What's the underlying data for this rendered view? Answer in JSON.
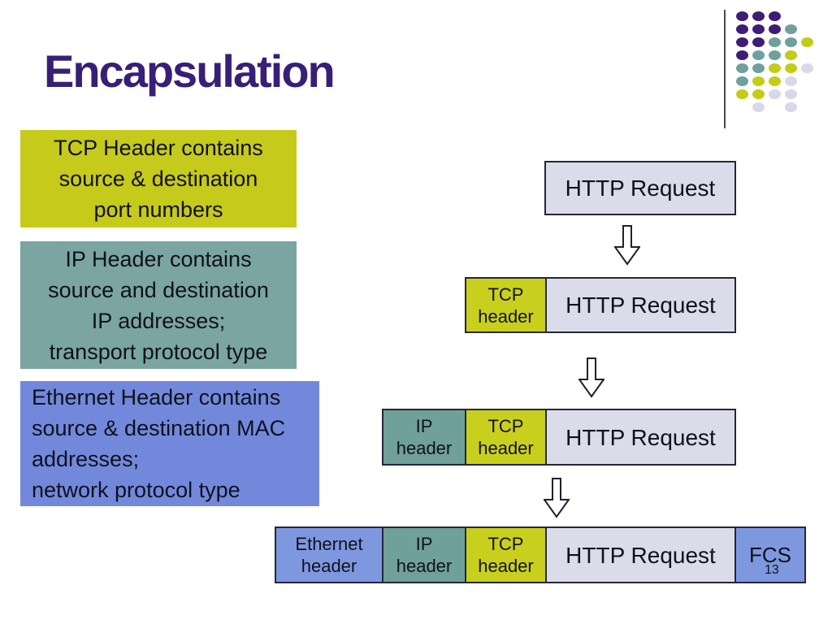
{
  "slide": {
    "title": "Encapsulation",
    "page_number": "13"
  },
  "colors": {
    "title": "#371F77",
    "text": "#10101E",
    "border": "#26263A",
    "line": "#4A4A55",
    "yellow": "#C5CA1B",
    "yellow2": "#C9CF1D",
    "teal": "#7AA5A0",
    "teal2": "#6FA099",
    "blue": "#7289DB",
    "blue2": "#7E98E0",
    "lavender": "#DCDBEA",
    "dot_purple": "#3D1E75",
    "dot_teal": "#6FA09B",
    "dot_yellow": "#C3CC18",
    "dot_lavender": "#D9D8E8"
  },
  "callouts": {
    "tcp": {
      "text": "TCP Header contains\nsource & destination\nport numbers"
    },
    "ip": {
      "text": "IP Header contains\nsource and destination\nIP addresses;\ntransport protocol type"
    },
    "ethernet": {
      "text": "Ethernet Header contains\nsource & destination MAC\naddresses;\nnetwork protocol type"
    }
  },
  "diagram": {
    "rows": [
      {
        "segments": [
          {
            "label": "HTTP Request"
          }
        ]
      },
      {
        "segments": [
          {
            "label": "TCP\nheader"
          },
          {
            "label": "HTTP Request"
          }
        ]
      },
      {
        "segments": [
          {
            "label": "IP\nheader"
          },
          {
            "label": "TCP\nheader"
          },
          {
            "label": "HTTP Request"
          }
        ]
      },
      {
        "segments": [
          {
            "label": "Ethernet\nheader"
          },
          {
            "label": "IP\nheader"
          },
          {
            "label": "TCP\nheader"
          },
          {
            "label": "HTTP Request"
          },
          {
            "label": "FCS"
          }
        ]
      }
    ]
  },
  "decoration": {
    "dots_pattern": [
      [
        "P",
        "P",
        "P",
        "",
        ""
      ],
      [
        "P",
        "P",
        "P",
        "T",
        ""
      ],
      [
        "P",
        "P",
        "T",
        "T",
        "Y"
      ],
      [
        "P",
        "T",
        "T",
        "Y",
        ""
      ],
      [
        "T",
        "T",
        "Y",
        "Y",
        "L"
      ],
      [
        "T",
        "Y",
        "Y",
        "L",
        ""
      ],
      [
        "Y",
        "Y",
        "L",
        "L",
        ""
      ],
      [
        "",
        "L",
        "",
        "L",
        ""
      ]
    ]
  }
}
